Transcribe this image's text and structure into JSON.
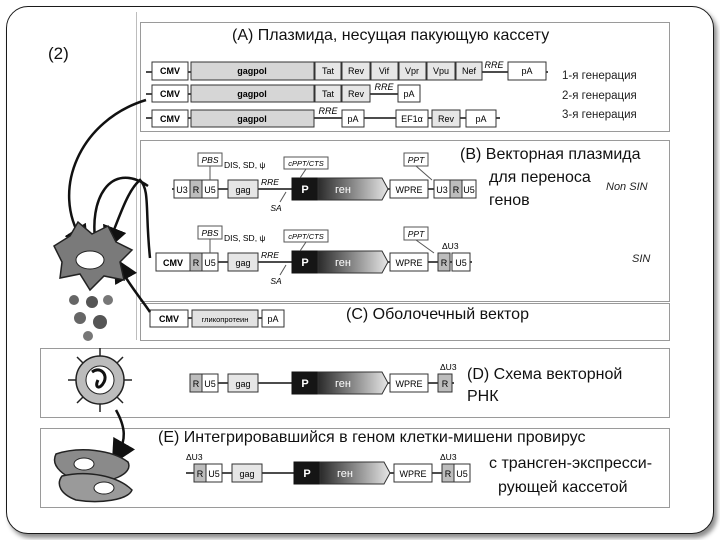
{
  "step_label": "(2)",
  "A": {
    "title": "(A) Плазмида, несущая пакующую кассету",
    "generations": [
      "1-я генерация",
      "2-я генерация",
      "3-я генерация"
    ],
    "row1": [
      "CMV",
      "gagpol",
      "Tat",
      "Rev",
      "Vif",
      "Vpr",
      "Vpu",
      "Nef",
      "RRE",
      "pA"
    ],
    "row2": [
      "CMV",
      "gagpol",
      "Tat",
      "Rev",
      "RRE",
      "pA"
    ],
    "row3": [
      "CMV",
      "gagpol",
      "RRE",
      "pA",
      "EF1α",
      "Rev",
      "pA"
    ]
  },
  "B": {
    "title_lines": [
      "(B) Векторная плазмида",
      "для переноса",
      "генов"
    ],
    "non_sin": "Non SIN",
    "sin": "SIN",
    "labels": [
      "PBS",
      "DIS, SD, ψ",
      "cPPT/CTS",
      "PPT",
      "RRE",
      "SA",
      "ΔU3"
    ],
    "row1": [
      "U3",
      "R",
      "U5",
      "gag",
      "P",
      "ген",
      "WPRE",
      "U3",
      "R",
      "U5"
    ],
    "row2": [
      "CMV",
      "R",
      "U5",
      "gag",
      "P",
      "ген",
      "WPRE",
      "R",
      "U5"
    ]
  },
  "C": {
    "title": "(C) Оболочечный вектор",
    "row": [
      "CMV",
      "гликопротеин",
      "pA"
    ]
  },
  "D": {
    "title_lines": [
      "(D) Схема векторной",
      "РНК"
    ],
    "row": [
      "R",
      "U5",
      "gag",
      "P",
      "ген",
      "WPRE",
      "R"
    ],
    "du3": "ΔU3"
  },
  "E": {
    "title_lines": [
      "(E) Интегрировавшийся в геном клетки-мишени провирус",
      "с трансген-экспресси-",
      "рующей кассетой"
    ],
    "row": [
      "ΔU3",
      "R",
      "U5",
      "gag",
      "P",
      "ген",
      "WPRE",
      "ΔU3",
      "R",
      "U5"
    ]
  }
}
